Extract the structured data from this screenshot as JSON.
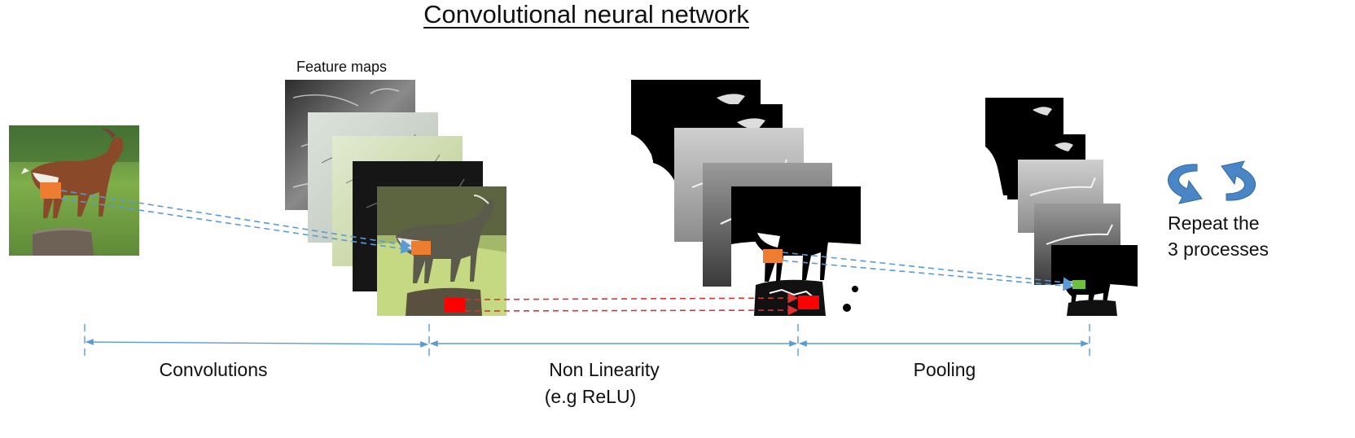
{
  "title": "Convolutional neural network",
  "feature_maps_label": "Feature maps",
  "stages": {
    "convolutions": "Convolutions",
    "non_linearity": "Non Linearity",
    "non_linearity_note": "(e.g ReLU)",
    "pooling": "Pooling"
  },
  "repeat": {
    "line1": "Repeat the",
    "line2": "3 processes"
  },
  "colors": {
    "arrow_blue": "#5b9bd5",
    "arrow_red": "#e03030",
    "patch_orange": "#ed7d31",
    "patch_red": "#ff0000",
    "patch_green": "#70c040",
    "cycle_blue": "#4a86c5"
  }
}
